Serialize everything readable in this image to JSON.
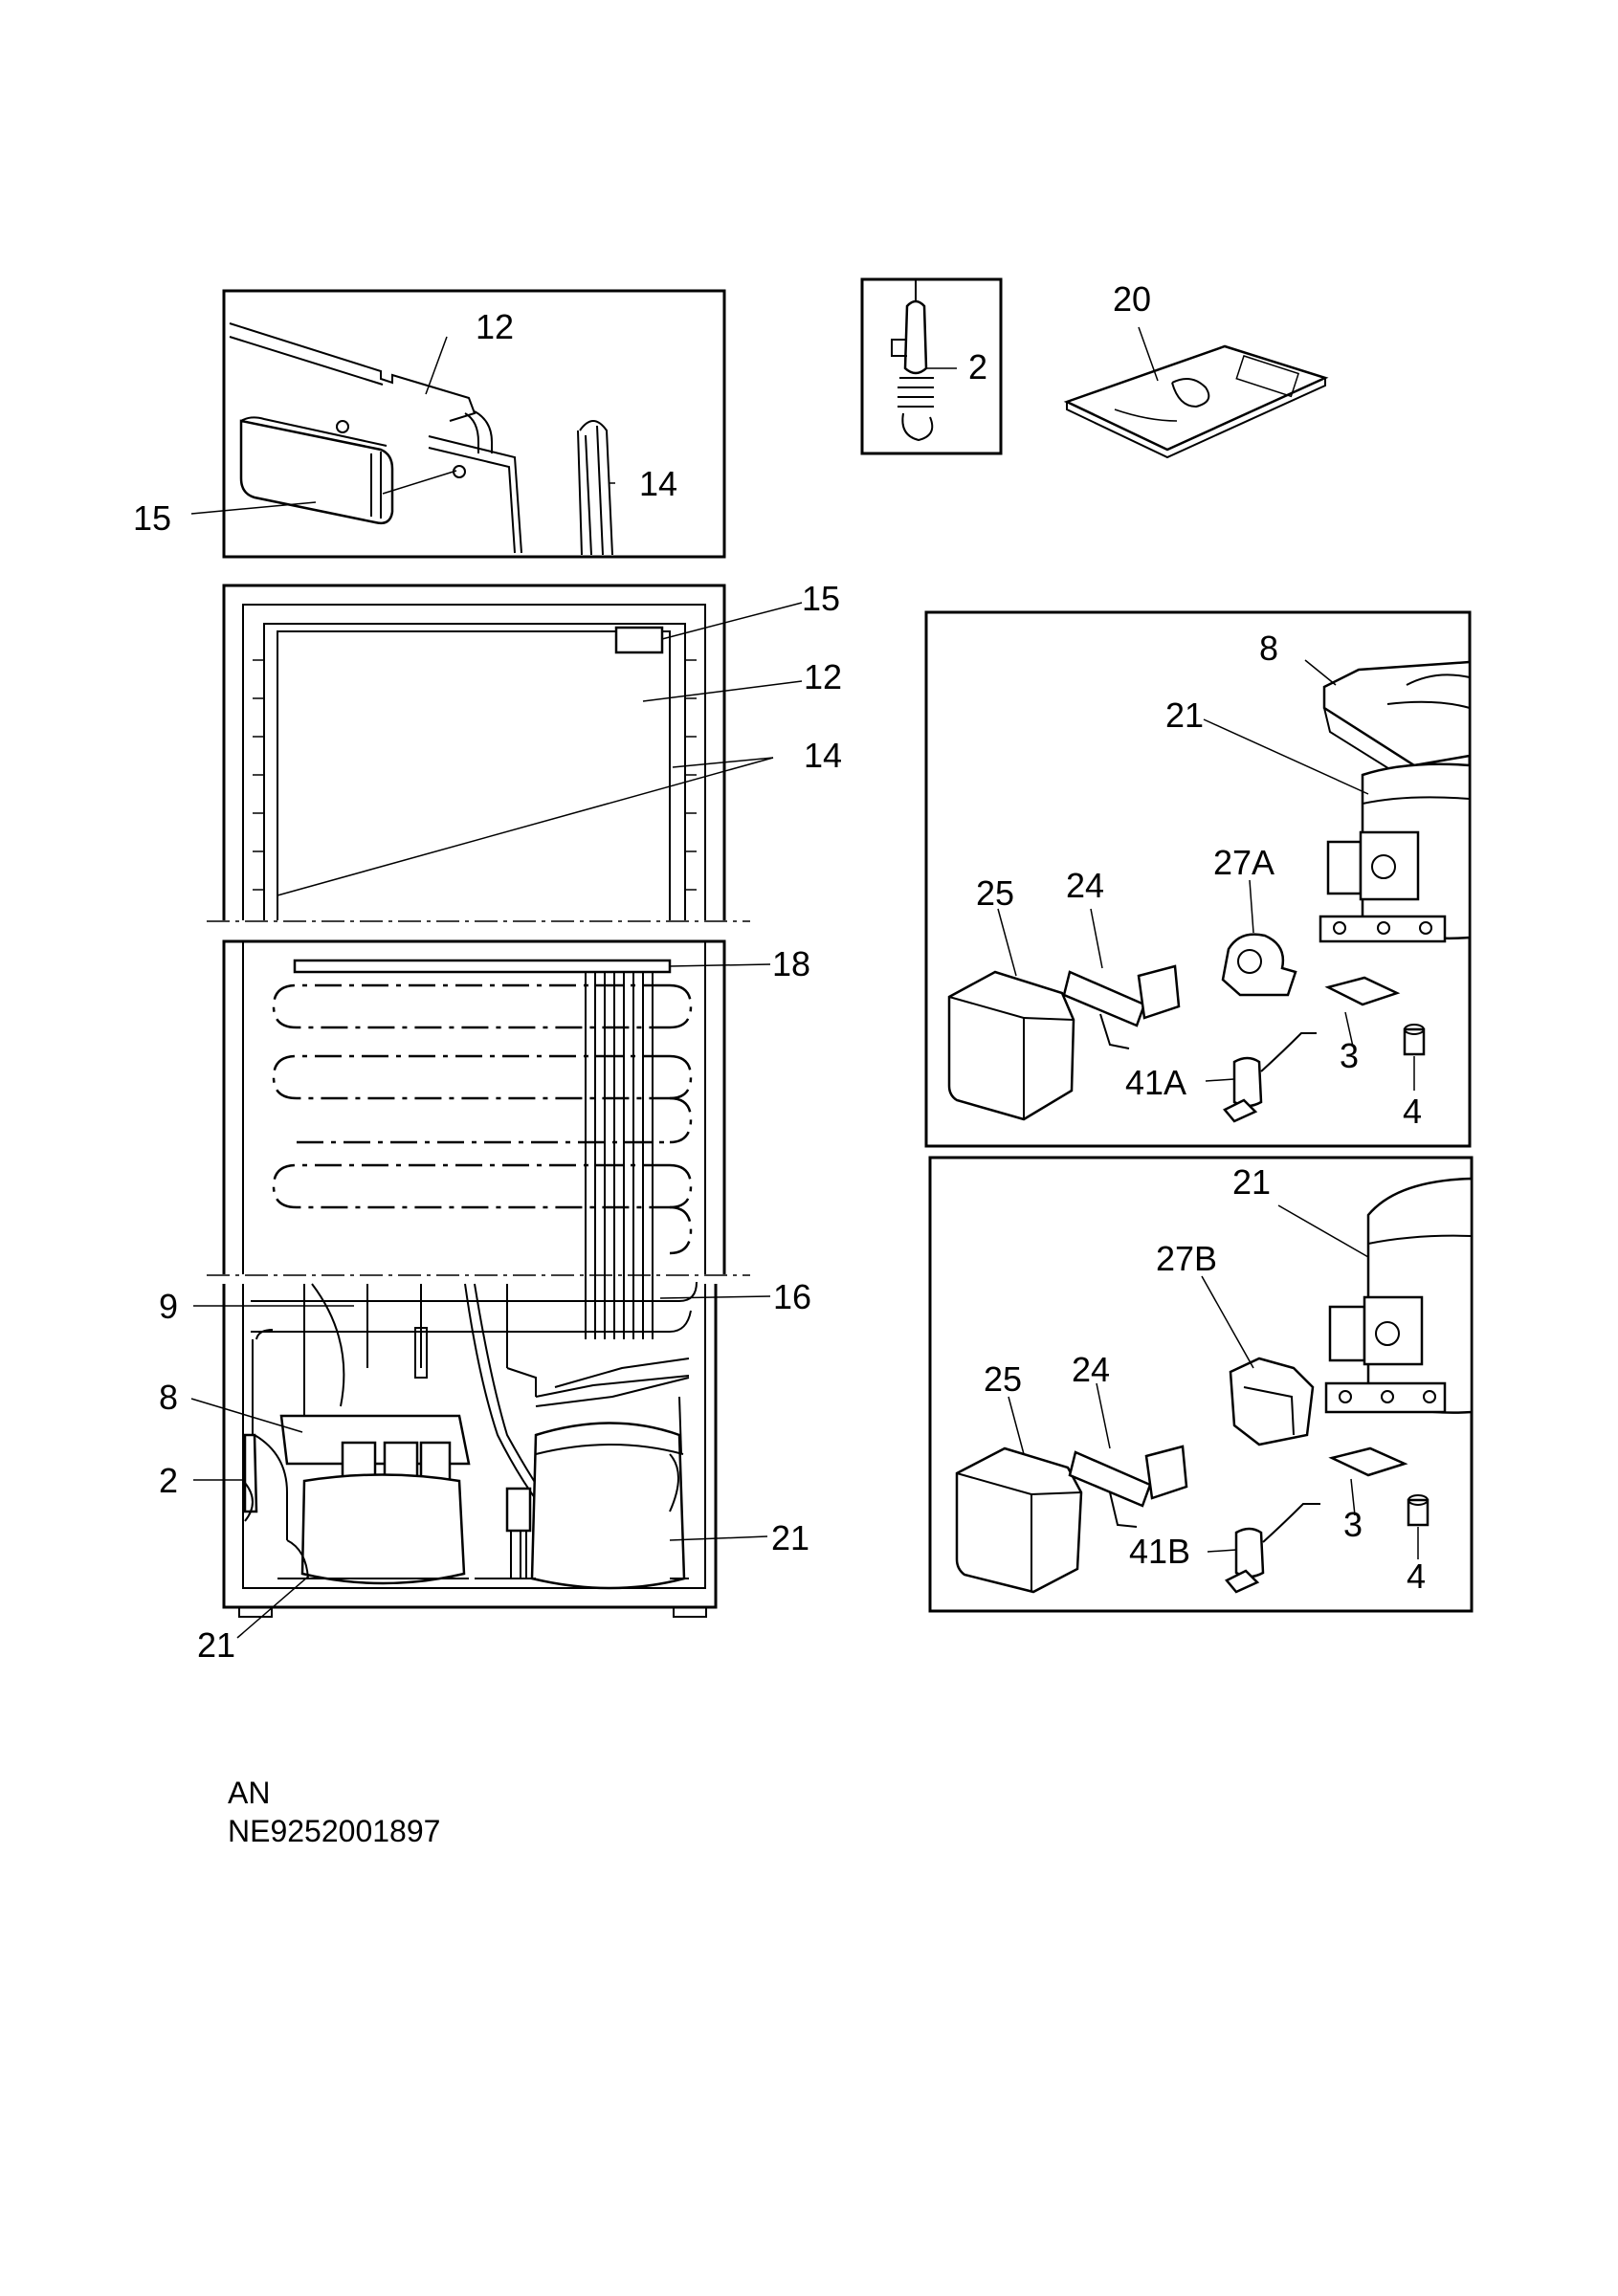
{
  "diagram": {
    "callouts": {
      "inset_12": "12",
      "inset_14": "14",
      "inset_15": "15",
      "sensor_2": "2",
      "manual_20": "20",
      "fridge_15": "15",
      "fridge_12": "12",
      "fridge_14": "14",
      "freezer_18": "18",
      "base_9": "9",
      "base_16": "16",
      "base_8": "8",
      "base_2": "2",
      "base_21_right": "21",
      "base_21_left": "21",
      "kitA_8": "8",
      "kitA_21": "21",
      "kitA_25": "25",
      "kitA_24": "24",
      "kitA_27A": "27A",
      "kitA_3": "3",
      "kitA_41A": "41A",
      "kitA_4": "4",
      "kitB_21": "21",
      "kitB_27B": "27B",
      "kitB_25": "25",
      "kitB_24": "24",
      "kitB_3": "3",
      "kitB_41B": "41B",
      "kitB_4": "4"
    },
    "reference": {
      "line1": "AN",
      "line2": "NE9252001897"
    }
  }
}
